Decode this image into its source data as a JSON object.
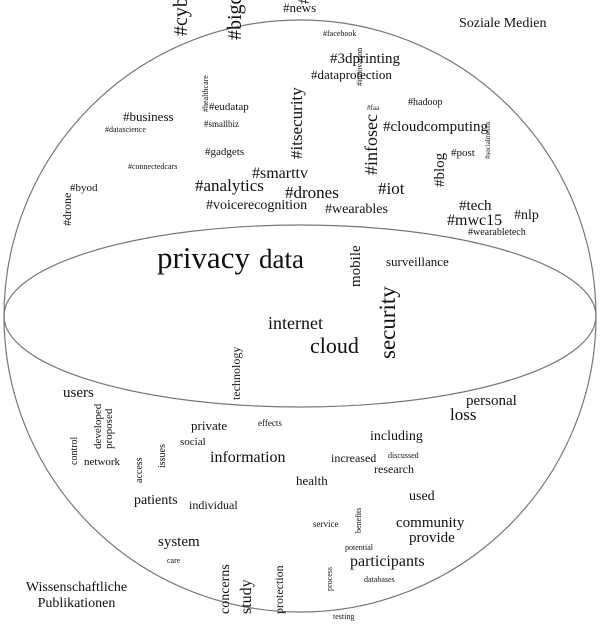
{
  "labels": {
    "top_section": "Soziale Medien",
    "bottom_section_line1": "Wissenschaftliche",
    "bottom_section_line2": "Publikationen"
  },
  "colors": {
    "outline": "#777777",
    "text": "#111111"
  },
  "words": [
    {
      "text": "#news"
    },
    {
      "text": "#facebook"
    },
    {
      "text": "#cybersecurity"
    },
    {
      "text": "#bigdata"
    },
    {
      "text": "#internetofthings"
    },
    {
      "text": "#3dprinting"
    },
    {
      "text": "#dataprotection"
    },
    {
      "text": "#innovation"
    },
    {
      "text": "#faa"
    },
    {
      "text": "#hadoop"
    },
    {
      "text": "#eudatap"
    },
    {
      "text": "#smallbiz"
    },
    {
      "text": "#business"
    },
    {
      "text": "#datascience"
    },
    {
      "text": "#healthcare"
    },
    {
      "text": "#itsecurity"
    },
    {
      "text": "#infosec"
    },
    {
      "text": "#cloudcomputing"
    },
    {
      "text": "#gadgets"
    },
    {
      "text": "#connectedcars"
    },
    {
      "text": "#smarttv"
    },
    {
      "text": "#blog"
    },
    {
      "text": "#post"
    },
    {
      "text": "#socialmedia"
    },
    {
      "text": "#analytics"
    },
    {
      "text": "#drones"
    },
    {
      "text": "#iot"
    },
    {
      "text": "#byod"
    },
    {
      "text": "#drone"
    },
    {
      "text": "#voicerecognition"
    },
    {
      "text": "#wearables"
    },
    {
      "text": "#tech"
    },
    {
      "text": "#nlp"
    },
    {
      "text": "#mwc15"
    },
    {
      "text": "#wearabletech"
    },
    {
      "text": "privacy"
    },
    {
      "text": "data"
    },
    {
      "text": "mobile"
    },
    {
      "text": "surveillance"
    },
    {
      "text": "security"
    },
    {
      "text": "internet"
    },
    {
      "text": "cloud"
    },
    {
      "text": "technology"
    },
    {
      "text": "users"
    },
    {
      "text": "personal"
    },
    {
      "text": "loss"
    },
    {
      "text": "developed"
    },
    {
      "text": "proposed"
    },
    {
      "text": "effects"
    },
    {
      "text": "private"
    },
    {
      "text": "social"
    },
    {
      "text": "including"
    },
    {
      "text": "control"
    },
    {
      "text": "network"
    },
    {
      "text": "access"
    },
    {
      "text": "issues"
    },
    {
      "text": "information"
    },
    {
      "text": "increased"
    },
    {
      "text": "discussed"
    },
    {
      "text": "research"
    },
    {
      "text": "health"
    },
    {
      "text": "patients"
    },
    {
      "text": "individual"
    },
    {
      "text": "used"
    },
    {
      "text": "benefits"
    },
    {
      "text": "service"
    },
    {
      "text": "community"
    },
    {
      "text": "system"
    },
    {
      "text": "provide"
    },
    {
      "text": "potential"
    },
    {
      "text": "care"
    },
    {
      "text": "participants"
    },
    {
      "text": "concerns"
    },
    {
      "text": "study"
    },
    {
      "text": "protection"
    },
    {
      "text": "process"
    },
    {
      "text": "databases"
    },
    {
      "text": "testing"
    }
  ]
}
